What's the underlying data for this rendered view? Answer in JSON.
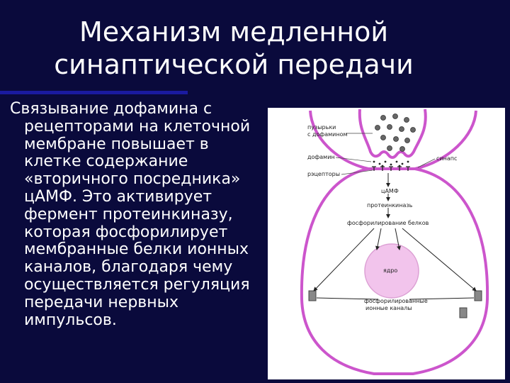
{
  "slide": {
    "title_lines": [
      "Механизм медленной",
      "синаптической передачи"
    ],
    "body_lines": [
      "Связывание дофамина с",
      "рецепторами на клеточной",
      "мембране повышает в",
      "клетке содержание",
      "«вторичного посредника»",
      "цАМФ. Это активирует",
      "фермент протеинкиназу,",
      "которая фосфорилирует",
      "мембранные белки ионных",
      "каналов, благодаря чему",
      "осуществляется регуляция",
      "передачи нервных",
      "импульсов."
    ]
  },
  "diagram": {
    "labels": {
      "vesicles_1": "пузырьки",
      "vesicles_2": "с дофамином",
      "dopamine": "дофамин",
      "receptors": "рэцепторы",
      "synapse": "синапс",
      "camp": "цАМФ",
      "protein_kinase": "протеинкиназь",
      "phosphorylation": "фосфорилирование белков",
      "nucleus": "ядро",
      "phospho_channels_1": "фосфорилированные",
      "phospho_channels_2": "ионные каналы"
    },
    "colors": {
      "membrane": "#cc55cc",
      "nucleus": "#f2c4ec",
      "background": "#0a0a3c",
      "text": "#ffffff"
    }
  }
}
